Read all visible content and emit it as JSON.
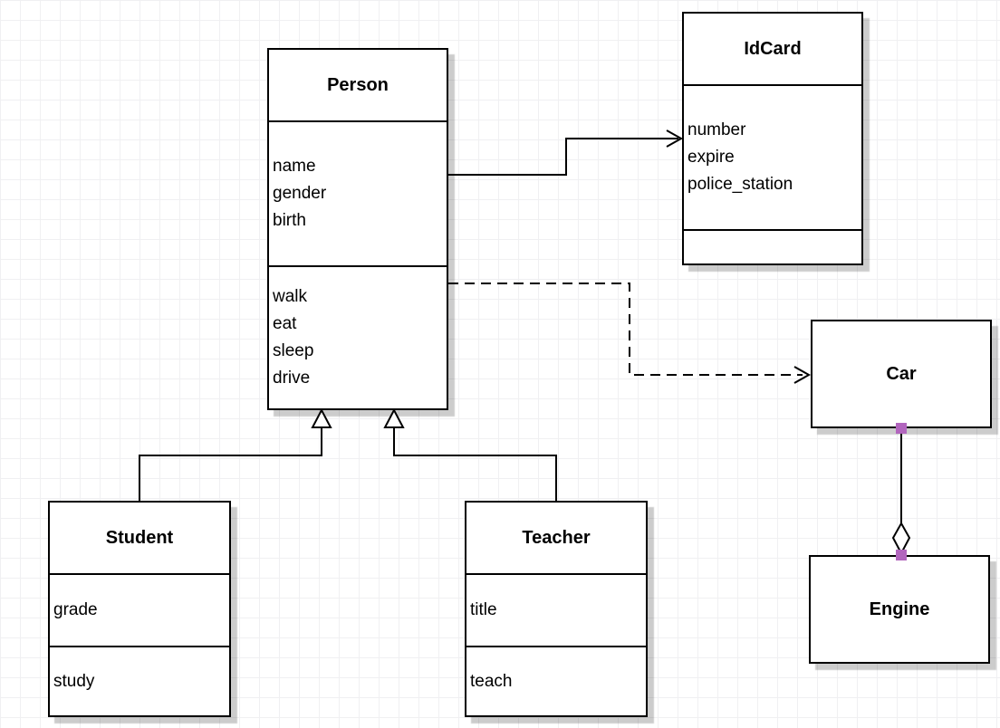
{
  "canvas": {
    "background_color": "#ffffff",
    "grid_color": "#f0f0f2",
    "shape_stroke_color": "#000000",
    "shape_fill_color": "#ffffff",
    "shadow_color": "rgba(0,0,0,0.2)",
    "endpoint_handle_color": "#b266be"
  },
  "classes": {
    "person": {
      "title": "Person",
      "attributes": [
        "name",
        "gender",
        "birth"
      ],
      "methods": [
        "walk",
        "eat",
        "sleep",
        "drive"
      ]
    },
    "idcard": {
      "title": "IdCard",
      "attributes": [
        "number",
        "expire",
        "police_station"
      ],
      "methods": []
    },
    "car": {
      "title": "Car"
    },
    "engine": {
      "title": "Engine"
    },
    "student": {
      "title": "Student",
      "attributes": [
        "grade"
      ],
      "methods": [
        "study"
      ]
    },
    "teacher": {
      "title": "Teacher",
      "attributes": [
        "title"
      ],
      "methods": [
        "teach"
      ]
    }
  },
  "relationships": [
    {
      "from": "Person",
      "to": "IdCard",
      "type": "association",
      "line": "solid",
      "marker": "open-arrow"
    },
    {
      "from": "Person",
      "to": "Car",
      "type": "dependency",
      "line": "dashed",
      "marker": "open-arrow"
    },
    {
      "from": "Student",
      "to": "Person",
      "type": "generalization",
      "line": "solid",
      "marker": "hollow-triangle"
    },
    {
      "from": "Teacher",
      "to": "Person",
      "type": "generalization",
      "line": "solid",
      "marker": "hollow-triangle"
    },
    {
      "from": "Car",
      "to": "Engine",
      "type": "aggregation",
      "line": "solid",
      "marker": "hollow-diamond",
      "endpoints": "purple-square-handles"
    }
  ]
}
